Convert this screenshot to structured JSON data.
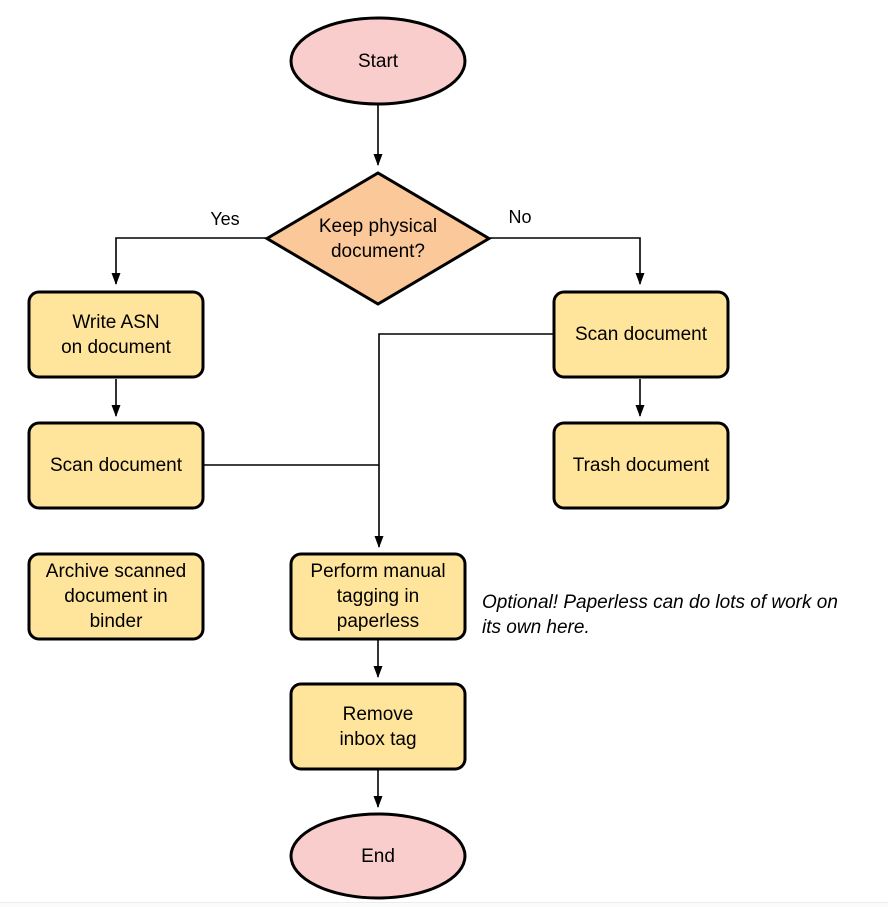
{
  "diagram": {
    "type": "flowchart",
    "colors": {
      "terminal_fill": "#F8CDCC",
      "decision_fill": "#FBC89A",
      "process_fill": "#FFE49C",
      "stroke": "#000000"
    },
    "nodes": {
      "start": {
        "label": "Start"
      },
      "decision": {
        "label": "Keep physical\ndocument?"
      },
      "write_asn": {
        "label": "Write ASN\non document"
      },
      "scan_left": {
        "label": "Scan document"
      },
      "archive": {
        "label": "Archive scanned\ndocument in\nbinder"
      },
      "scan_right": {
        "label": "Scan document"
      },
      "trash": {
        "label": "Trash document"
      },
      "tagging": {
        "label": "Perform manual\ntagging in\npaperless"
      },
      "remove_tag": {
        "label": "Remove\ninbox tag"
      },
      "end": {
        "label": "End"
      }
    },
    "edge_labels": {
      "yes": "Yes",
      "no": "No"
    },
    "edges": [
      {
        "from": "start",
        "to": "decision"
      },
      {
        "from": "decision",
        "to": "write_asn",
        "label": "Yes"
      },
      {
        "from": "decision",
        "to": "scan_right",
        "label": "No"
      },
      {
        "from": "write_asn",
        "to": "scan_left"
      },
      {
        "from": "scan_left",
        "to": "tagging"
      },
      {
        "from": "scan_left",
        "to": "archive"
      },
      {
        "from": "scan_right",
        "to": "tagging"
      },
      {
        "from": "scan_right",
        "to": "trash"
      },
      {
        "from": "tagging",
        "to": "remove_tag"
      },
      {
        "from": "remove_tag",
        "to": "end"
      }
    ],
    "note": {
      "text": "Optional! Paperless can do lots of work on\nits own here."
    }
  }
}
